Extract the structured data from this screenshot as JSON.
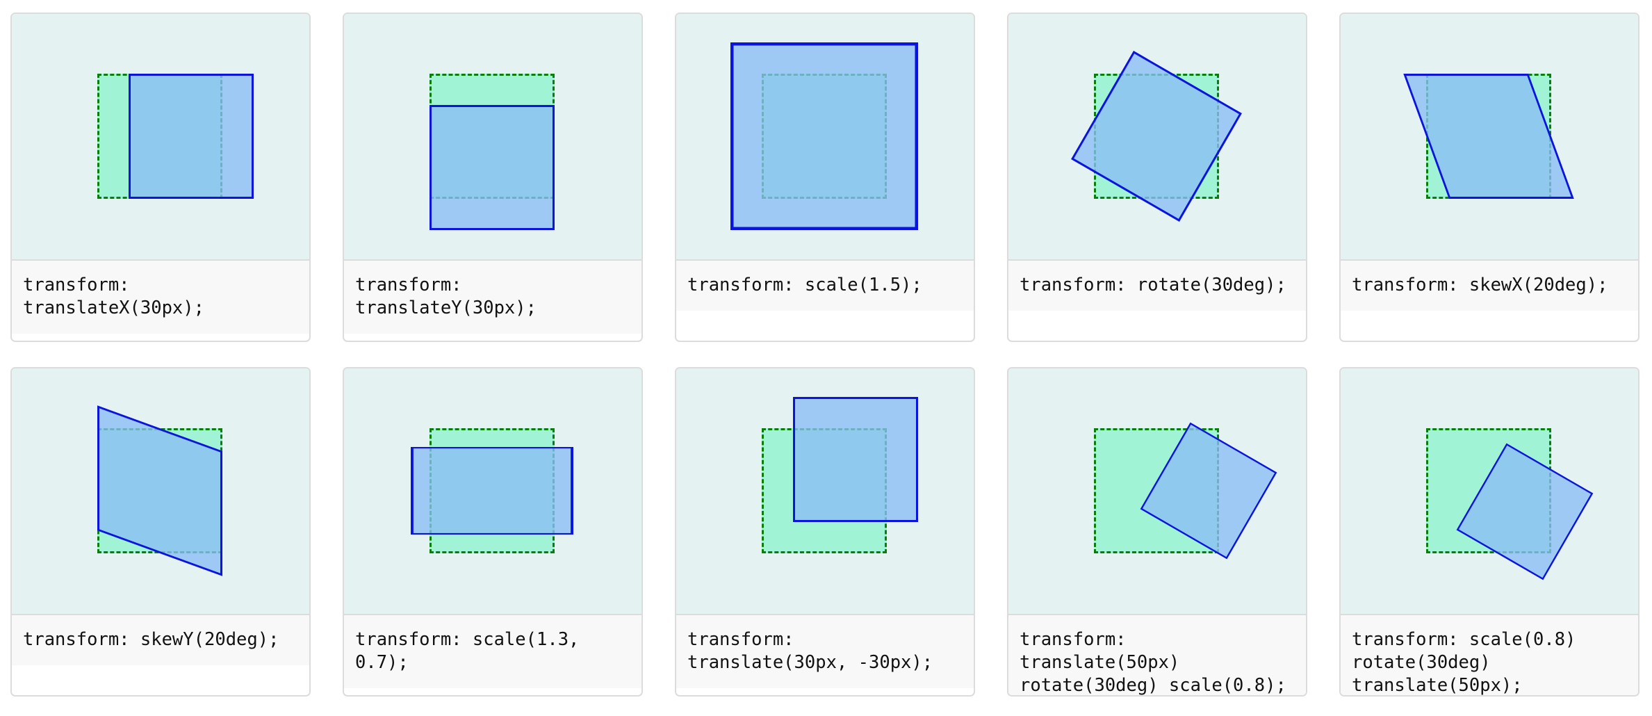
{
  "colors": {
    "stage_background": "#e4f2f2",
    "reference_fill": "#a0f3d4",
    "reference_border": "#0a7d0a",
    "transformed_fill": "#8abef5",
    "transformed_border": "#0a14dc",
    "caption_background": "#f8f8f8"
  },
  "examples": [
    {
      "caption": "transform: translateX(30px);",
      "css_transform": "translateX(30px)"
    },
    {
      "caption": "transform: translateY(30px);",
      "css_transform": "translateY(30px)"
    },
    {
      "caption": "transform: scale(1.5);",
      "css_transform": "scale(1.5)"
    },
    {
      "caption": "transform: rotate(30deg);",
      "css_transform": "rotate(30deg)"
    },
    {
      "caption": "transform: skewX(20deg);",
      "css_transform": "skewX(20deg)"
    },
    {
      "caption": "transform: skewY(20deg);",
      "css_transform": "skewY(20deg)"
    },
    {
      "caption": "transform: scale(1.3, 0.7);",
      "css_transform": "scale(1.3, 0.7)"
    },
    {
      "caption": "transform: translate(30px, -30px);",
      "css_transform": "translate(30px, -30px)"
    },
    {
      "caption": "transform: translate(50px) rotate(30deg) scale(0.8);",
      "css_transform": "translate(50px) rotate(30deg) scale(0.8)"
    },
    {
      "caption": "transform: scale(0.8) rotate(30deg) translate(50px);",
      "css_transform": "scale(0.8) rotate(30deg) translate(50px)"
    }
  ]
}
